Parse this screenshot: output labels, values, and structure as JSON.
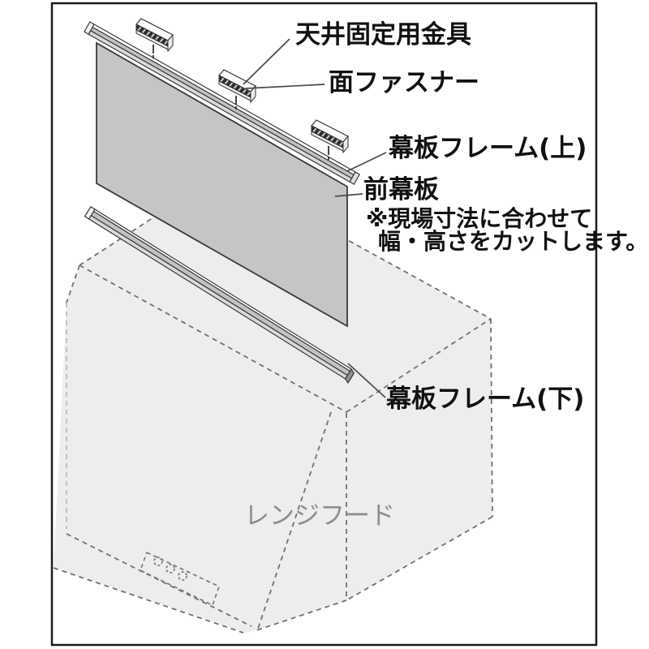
{
  "figure": {
    "type": "installation-diagram",
    "subject": "range-hood front panel (maku-ita) assembly",
    "labels": {
      "ceiling_bracket": "天井固定用金具",
      "surface_fastener": "面ファスナー",
      "frame_upper": "幕板フレーム(上)",
      "front_panel": "前幕板",
      "note_line1": "※現場寸法に合わせて",
      "note_line2": "幅・高さをカットします。",
      "frame_lower": "幕板フレーム(下)",
      "range_hood": "レンジフード"
    },
    "colors": {
      "label_text": "#111111",
      "range_hood_text": "#8d8d8d",
      "panel_fill": "#c5c5c5",
      "hood_fill": "#ededed",
      "dash_line": "#717171",
      "leader_line": "#4a4a4a",
      "frame_border": "#1c1c1c",
      "rail_gray1": "#c2c2c2",
      "rail_gray2": "#dadada"
    }
  }
}
